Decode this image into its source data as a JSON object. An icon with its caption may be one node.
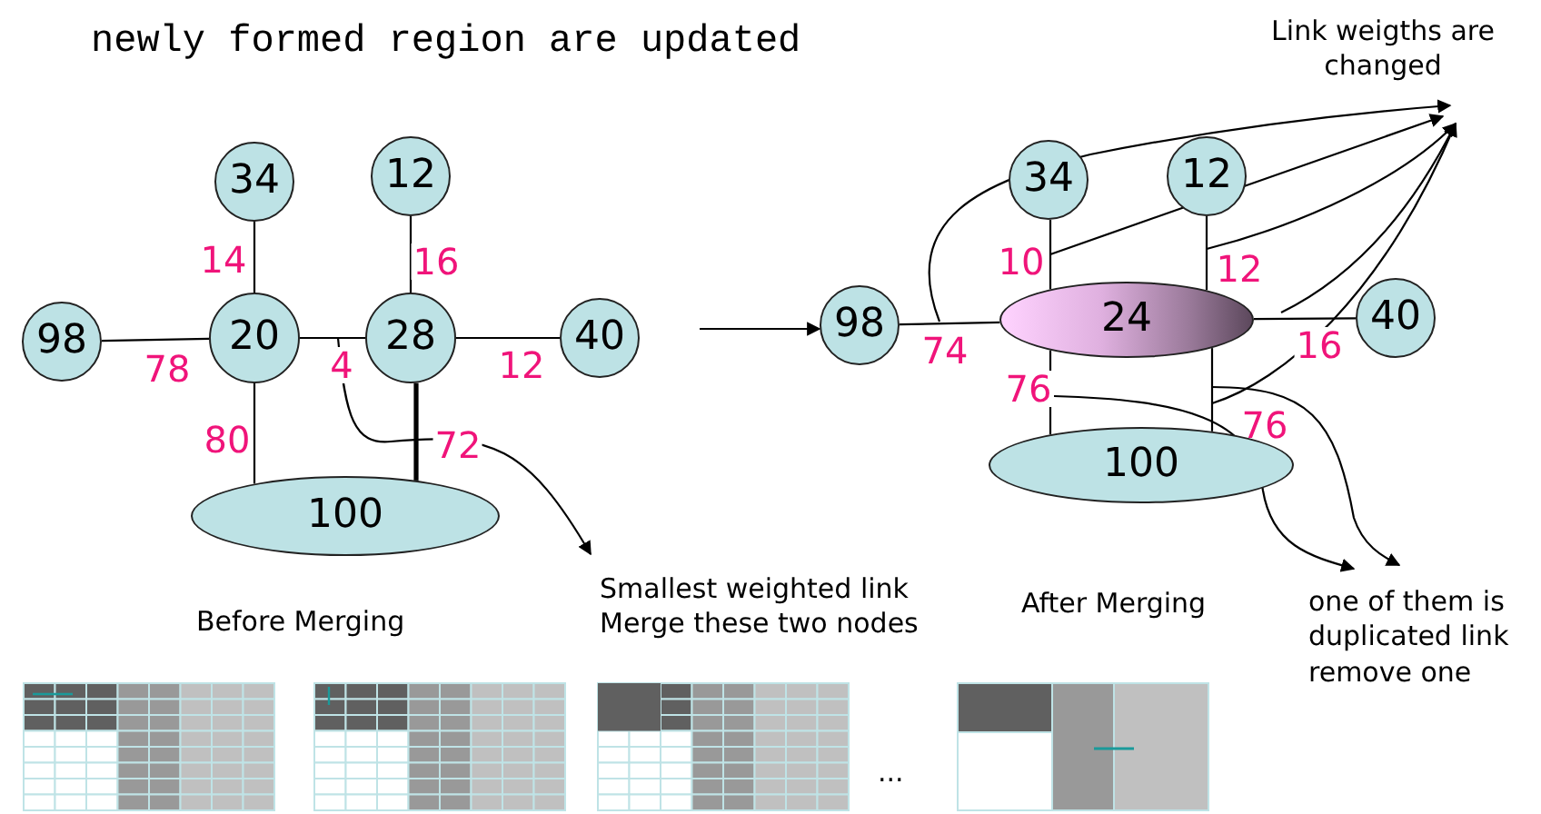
{
  "diagram": {
    "title": "newly formed region are updated",
    "nodes": [
      {
        "text": [
          "34"
        ]
      },
      {
        "text": [
          "12"
        ]
      },
      {
        "text": [
          "98"
        ]
      },
      {
        "text": [
          "20"
        ]
      },
      {
        "text": [
          "28"
        ]
      },
      {
        "text": [
          "40"
        ]
      },
      {
        "text": [
          "100"
        ]
      },
      {
        "text": [
          "Smallest weighted link",
          "Merge these two nodes"
        ]
      },
      {
        "text": [
          "98"
        ]
      },
      {
        "text": [
          "34"
        ]
      },
      {
        "text": [
          "12"
        ]
      },
      {
        "text": [
          "24"
        ]
      },
      {
        "text": [
          "40"
        ]
      },
      {
        "text": [
          "100"
        ]
      },
      {
        "text": [
          "Link weigths are changed"
        ]
      },
      {
        "text": [
          "one of them is duplicated link remove one"
        ]
      }
    ],
    "edges": [
      {
        "from": 0,
        "to": 3,
        "arrow": "none",
        "label": "14"
      },
      {
        "from": 1,
        "to": 4,
        "arrow": "none",
        "label": "16"
      },
      {
        "from": 2,
        "to": 3,
        "arrow": "none",
        "label": "78"
      },
      {
        "from": 3,
        "to": 4,
        "arrow": "none",
        "label": "4"
      },
      {
        "from": 4,
        "to": 5,
        "arrow": "none",
        "label": "12"
      },
      {
        "from": 3,
        "to": 6,
        "arrow": "none",
        "label": "80"
      },
      {
        "from": 4,
        "to": 6,
        "arrow": "none",
        "label": "72",
        "style": "thick"
      },
      {
        "from": null,
        "to": 7,
        "arrow": "to"
      },
      {
        "from": null,
        "to": 8,
        "arrow": "to"
      },
      {
        "from": 9,
        "to": 11,
        "arrow": "none",
        "label": "10"
      },
      {
        "from": 10,
        "to": 11,
        "arrow": "none",
        "label": "12"
      },
      {
        "from": 8,
        "to": 11,
        "arrow": "none",
        "label": "74"
      },
      {
        "from": 11,
        "to": 12,
        "arrow": "none",
        "label": "16"
      },
      {
        "from": 11,
        "to": 13,
        "arrow": "none",
        "label": "76"
      },
      {
        "from": 11,
        "to": 13,
        "arrow": "none",
        "label": "76"
      },
      {
        "from": null,
        "to": 14,
        "arrow": "to"
      },
      {
        "from": null,
        "to": 14,
        "arrow": "to"
      },
      {
        "from": null,
        "to": 14,
        "arrow": "to"
      },
      {
        "from": null,
        "to": 14,
        "arrow": "to"
      },
      {
        "from": null,
        "to": 14,
        "arrow": "to"
      },
      {
        "from": null,
        "to": 15,
        "arrow": "to"
      },
      {
        "from": null,
        "to": 15,
        "arrow": "to"
      }
    ],
    "labels": [
      "Before Merging",
      "After Merging",
      "..."
    ]
  }
}
